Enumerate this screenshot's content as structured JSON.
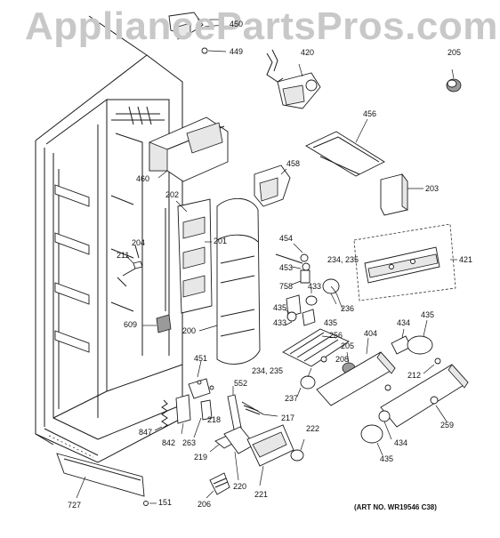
{
  "watermark": "AppliancePartsPros.com",
  "art_number": "(ART NO. WR19546 C38)",
  "labels": {
    "l450": "450",
    "l449": "449",
    "l420": "420",
    "l205a": "205",
    "l456": "456",
    "l460": "460",
    "l458": "458",
    "l203": "203",
    "l202": "202",
    "l201": "201",
    "l204": "204",
    "l211": "211",
    "l454": "454",
    "l453": "453",
    "l758": "758",
    "l234_235a": "234, 235",
    "l421": "421",
    "l433a": "433",
    "l435a": "435",
    "l433b": "433",
    "l435b": "435",
    "l236": "236",
    "l609": "609",
    "l200": "200",
    "l434a": "434",
    "l435c": "435",
    "l256": "256",
    "l205b": "205",
    "l404": "404",
    "l208": "208",
    "l451": "451",
    "l234_235b": "234, 235",
    "l212": "212",
    "l552": "552",
    "l237": "237",
    "l217": "217",
    "l259": "259",
    "l847": "847",
    "l842": "842",
    "l263": "263",
    "l218": "218",
    "l222": "222",
    "l434b": "434",
    "l219": "219",
    "l220": "220",
    "l221": "221",
    "l435d": "435",
    "l727": "727",
    "l151": "151",
    "l206": "206"
  }
}
